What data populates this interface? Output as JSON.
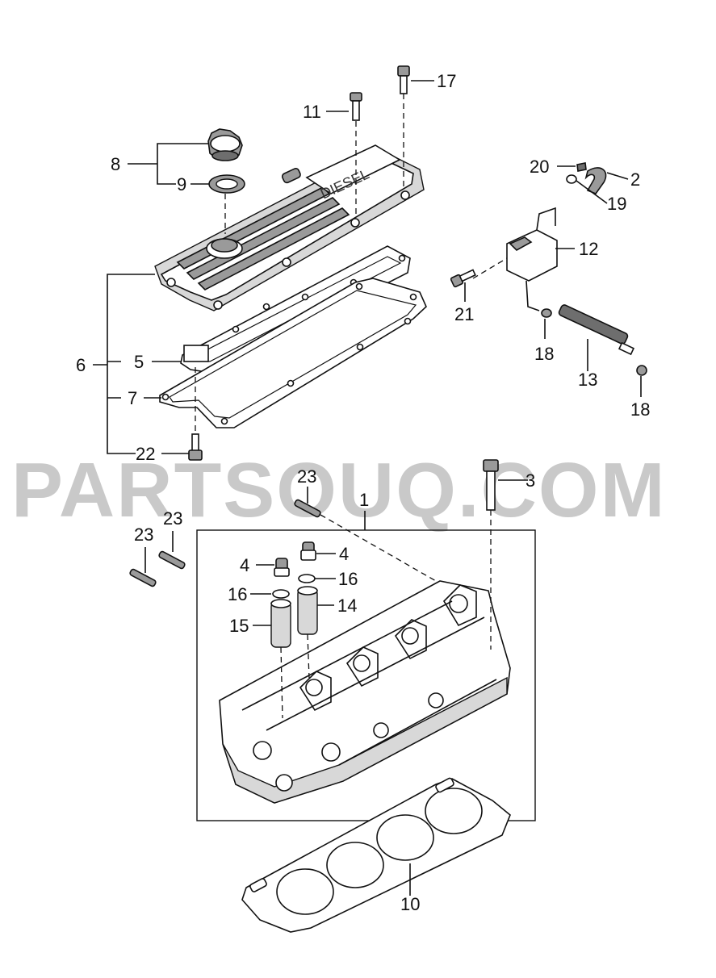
{
  "watermark": "PARTSOUQ.COM",
  "callouts": {
    "c1": "1",
    "c2": "2",
    "c3": "3",
    "c4a": "4",
    "c4b": "4",
    "c5": "5",
    "c6": "6",
    "c7": "7",
    "c8": "8",
    "c9": "9",
    "c10": "10",
    "c11": "11",
    "c12": "12",
    "c13": "13",
    "c14": "14",
    "c15": "15",
    "c16a": "16",
    "c16b": "16",
    "c17": "17",
    "c18a": "18",
    "c18b": "18",
    "c19": "19",
    "c20": "20",
    "c21": "21",
    "c22": "22",
    "c23a": "23",
    "c23b": "23",
    "c23c": "23"
  },
  "cover_emboss": "DIESEL"
}
